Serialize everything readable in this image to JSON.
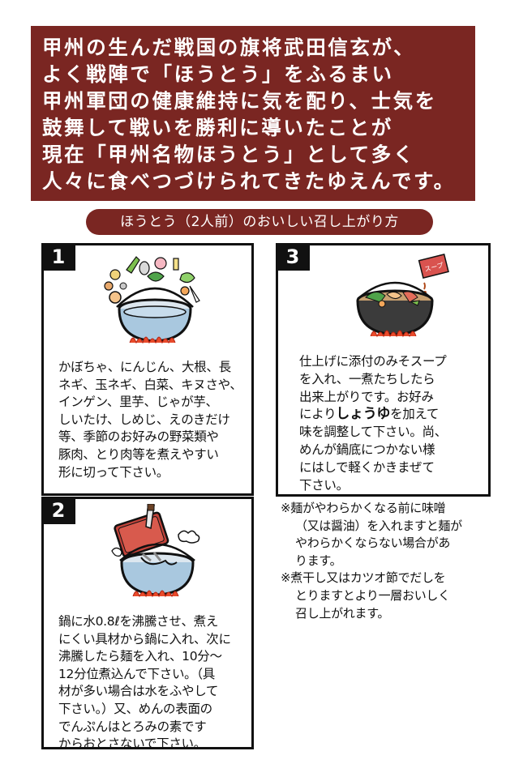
{
  "banner": {
    "lines": [
      "甲州の生んだ戦国の旗将武田信玄が、",
      "よく戦陣で「ほうとう」をふるまい",
      "甲州軍団の健康維持に気を配り、士気を",
      "鼓舞して戦いを勝利に導いたことが",
      "現在「甲州名物ほうとう」として多く",
      "人々に食べつづけられてきたゆえんです。"
    ]
  },
  "subtitle": "ほうとう（2人前）のおいしい召し上がり方",
  "steps": [
    {
      "number": "1",
      "lines": [
        "かぼちゃ、にんじん、大根、長",
        "ネギ、玉ネギ、白菜、キヌさや、",
        "インゲン、里芋、じゃが芋、",
        "しいたけ、しめじ、えのきだけ",
        "等、季節のお好みの野菜類や",
        "豚肉、とり肉等を煮えやすい",
        "形に切って下さい。"
      ]
    },
    {
      "number": "2",
      "lines": [
        "鍋に水0.8ℓを沸騰させ、煮え",
        "にくい具材から鍋に入れ、次に",
        "沸騰したら麺を入れ、10分〜",
        "12分位煮込んで下さい。（具",
        "材が多い場合は水をふやして",
        "下さい。）又、めんの表面の",
        "でんぷんはとろみの素です",
        "からおとさないで下さい。"
      ]
    },
    {
      "number": "3",
      "lines": [
        "仕上げに添付のみそスープ",
        "を入れ、一煮たちしたら",
        "出来上がりです。お好み"
      ],
      "line4_pre": "により",
      "line4_bold": "しょうゆ",
      "line4_post": "を加えて",
      "lines_after": [
        "味を調整して下さい。尚、",
        "めんが鍋底につかない様",
        "にはしで軽くかきまぜて",
        "下さい。"
      ],
      "packet_label": "スープ"
    }
  ],
  "notes": [
    [
      "※麺がやわらかくなる前に味噌",
      "（又は醤油）を入れますと麺が",
      "やわらかくならない場合があ",
      "ります。"
    ],
    [
      "※煮干し又はカツオ節でだしを",
      "とりますとより一層おいしく",
      "召し上がれます。"
    ]
  ]
}
